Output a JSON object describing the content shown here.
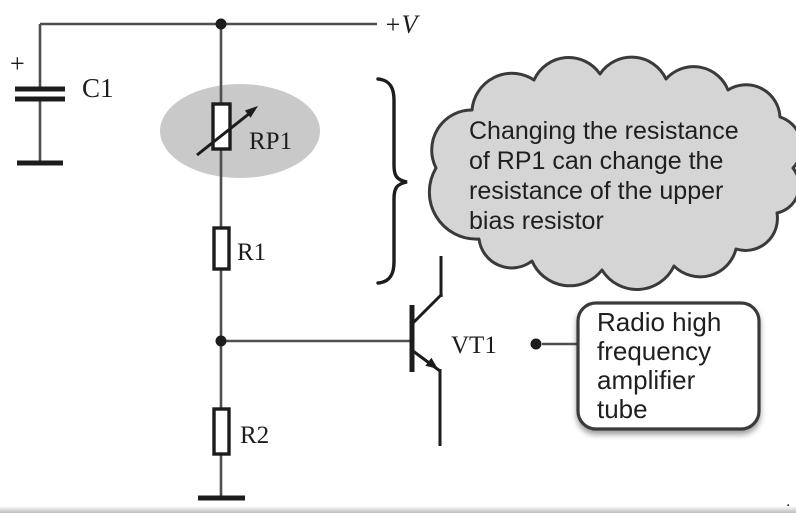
{
  "colors": {
    "wire": "#4f4f4f",
    "ink": "#1c1c1c",
    "ellipse_fill": "#c9c9c9",
    "cloud_fill": "#d5d5d5",
    "callout_border": "#3a3a3a"
  },
  "labels": {
    "power": "+V",
    "c1": "C1",
    "c1_polarity": "+",
    "rp1": "RP1",
    "r1": "R1",
    "r2": "R2",
    "vt1": "VT1",
    "period": "."
  },
  "callouts": {
    "cloud_lines": [
      "Changing the resistance",
      "of RP1 can change the",
      "resistance of the upper",
      "bias resistor"
    ],
    "box_lines": [
      "Radio high",
      "frequency",
      "amplifier",
      "tube"
    ]
  }
}
